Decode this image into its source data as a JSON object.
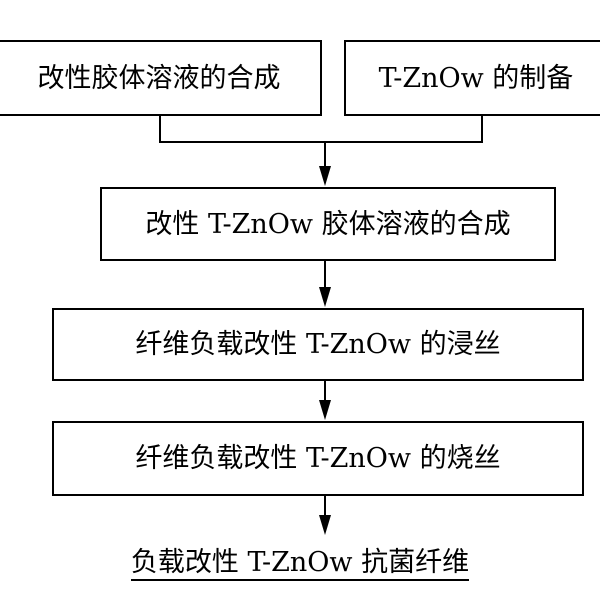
{
  "flowchart": {
    "steps": [
      "改性胶体溶液的合成",
      "T-ZnOw 的制备",
      "改性 T-ZnOw 胶体溶液的合成",
      "纤维负载改性 T-ZnOw 的浸丝",
      "纤维负载改性 T-ZnOw 的烧丝"
    ],
    "result": "负载改性 T-ZnOw 抗菌纤维"
  }
}
